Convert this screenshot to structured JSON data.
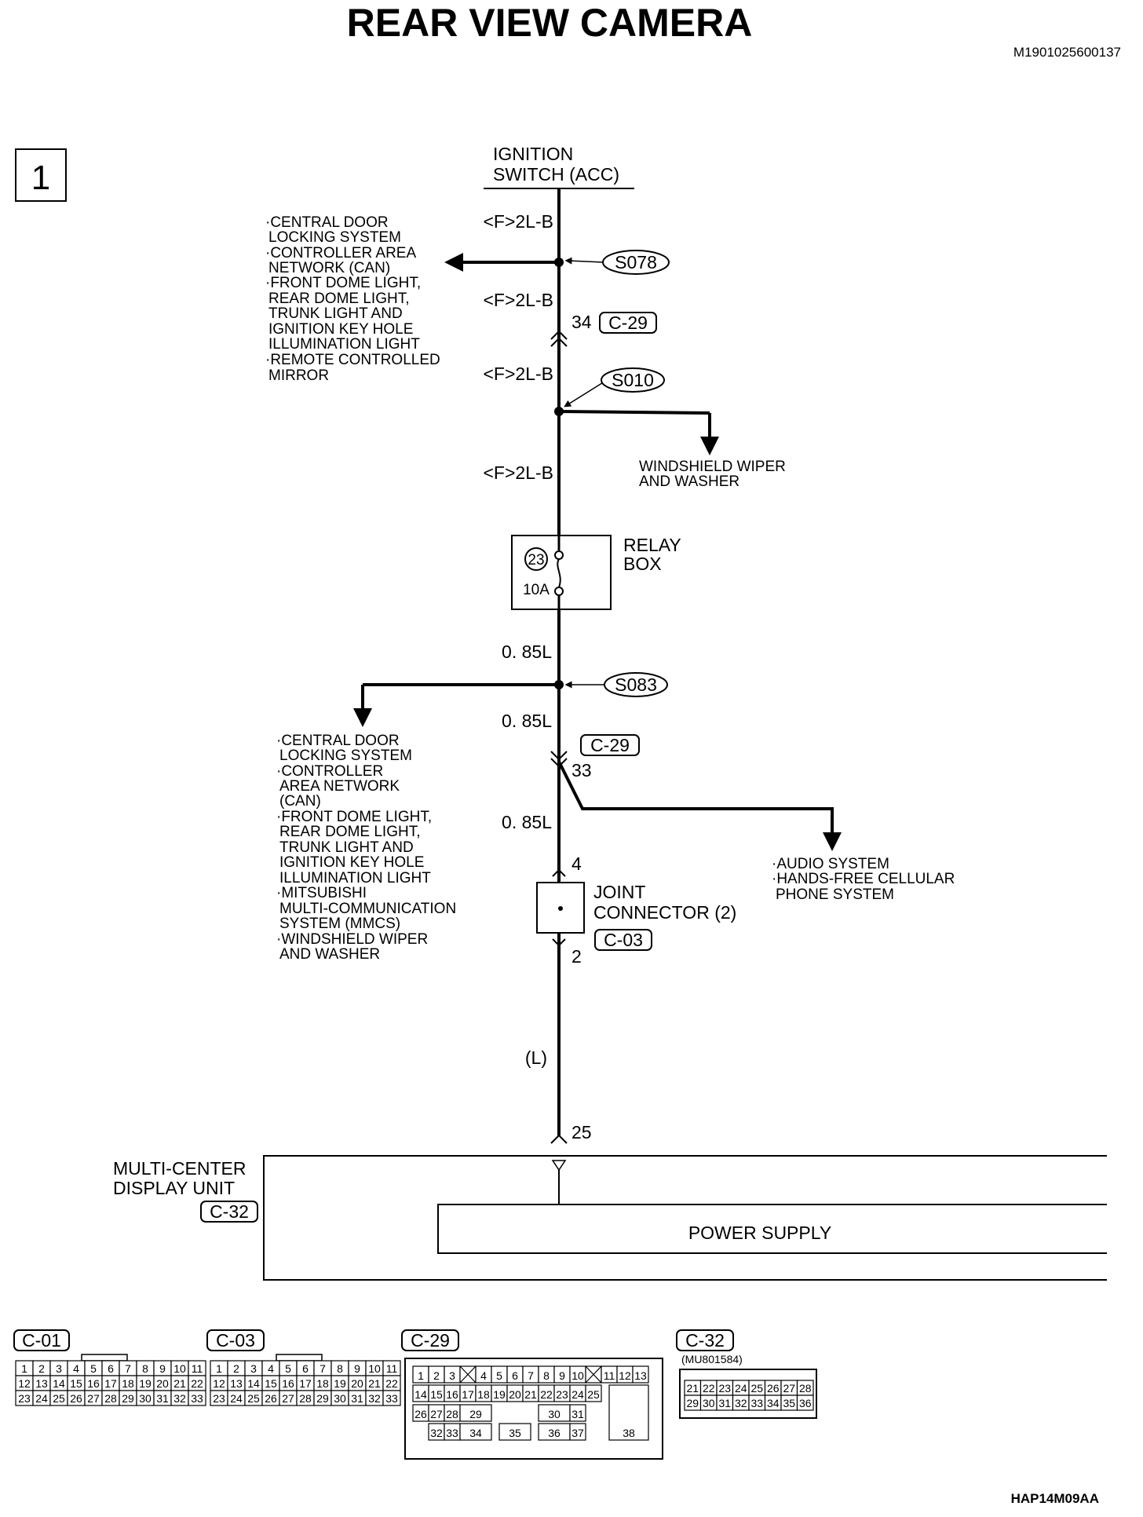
{
  "title": "REAR VIEW CAMERA",
  "doc_code": "M1901025600137",
  "figure_code": "HAP14M09AA",
  "page_box": "1",
  "ignition": {
    "line1": "IGNITION",
    "line2": "SWITCH (ACC)"
  },
  "wire_labels": {
    "w1": "<F>2L-B",
    "w2": "<F>2L-B",
    "w3": "<F>2L-B",
    "w4": "<F>2L-B",
    "w5": "0. 85L",
    "w6": "0. 85L",
    "w7": "0. 85L",
    "w8": "(L)"
  },
  "splices": {
    "s078": "S078",
    "s010": "S010",
    "s083": "S083"
  },
  "connectors": {
    "c29_top": "C-29",
    "c29_top_pin": "34",
    "c29_mid": "C-29",
    "c29_mid_pin": "33",
    "c03": "C-03",
    "c03_pin_in": "4",
    "c03_pin_out": "2",
    "c32_pin": "25",
    "c32": "C-32"
  },
  "branch_s078": [
    "·CENTRAL DOOR",
    "LOCKING SYSTEM",
    "·CONTROLLER AREA",
    "NETWORK (CAN)",
    "·FRONT DOME LIGHT,",
    "REAR DOME LIGHT,",
    "TRUNK LIGHT AND",
    "IGNITION KEY HOLE",
    "ILLUMINATION LIGHT",
    "·REMOTE CONTROLLED",
    "MIRROR"
  ],
  "branch_s010": [
    "WINDSHIELD WIPER",
    "AND WASHER"
  ],
  "relay_box": {
    "line1": "RELAY",
    "line2": "BOX",
    "fuse_no": "23",
    "fuse_amp": "10A"
  },
  "branch_s083": [
    "·CENTRAL DOOR",
    "LOCKING SYSTEM",
    "·CONTROLLER",
    "AREA NETWORK",
    "(CAN)",
    "·FRONT DOME LIGHT,",
    "REAR DOME LIGHT,",
    "TRUNK LIGHT AND",
    "IGNITION KEY HOLE",
    "ILLUMINATION LIGHT",
    "·MITSUBISHI",
    "MULTI-COMMUNICATION",
    "SYSTEM (MMCS)",
    "·WINDSHIELD WIPER",
    "AND WASHER"
  ],
  "branch_c29": [
    "·AUDIO SYSTEM",
    "·HANDS-FREE CELLULAR",
    "PHONE SYSTEM"
  ],
  "joint_connector": {
    "line1": "JOINT",
    "line2": "CONNECTOR (2)"
  },
  "display_unit": {
    "line1": "MULTI-CENTER",
    "line2": "DISPLAY UNIT",
    "block": "POWER SUPPLY"
  },
  "faces": {
    "c01": {
      "label": "C-01",
      "rows": [
        [
          "1",
          "2",
          "3",
          "4",
          "5",
          "6",
          "7",
          "8",
          "9",
          "10",
          "11"
        ],
        [
          "12",
          "13",
          "14",
          "15",
          "16",
          "17",
          "18",
          "19",
          "20",
          "21",
          "22"
        ],
        [
          "23",
          "24",
          "25",
          "26",
          "27",
          "28",
          "29",
          "30",
          "31",
          "32",
          "33"
        ]
      ]
    },
    "c03": {
      "label": "C-03",
      "rows": [
        [
          "1",
          "2",
          "3",
          "4",
          "5",
          "6",
          "7",
          "8",
          "9",
          "10",
          "11"
        ],
        [
          "12",
          "13",
          "14",
          "15",
          "16",
          "17",
          "18",
          "19",
          "20",
          "21",
          "22"
        ],
        [
          "23",
          "24",
          "25",
          "26",
          "27",
          "28",
          "29",
          "30",
          "31",
          "32",
          "33"
        ]
      ]
    },
    "c29": {
      "label": "C-29",
      "row1": [
        "1",
        "2",
        "3",
        "4",
        "5",
        "6",
        "7",
        "8",
        "9",
        "10",
        "11",
        "12",
        "13"
      ],
      "row2": [
        "14",
        "15",
        "16",
        "17",
        "18",
        "19",
        "20",
        "21",
        "22",
        "23",
        "24",
        "25"
      ],
      "row3": [
        "26",
        "27",
        "28",
        "29",
        "30",
        "31"
      ],
      "row4": [
        "32",
        "33",
        "34",
        "35",
        "36",
        "37"
      ],
      "big": "38"
    },
    "c32": {
      "label": "C-32",
      "part": "(MU801584)",
      "rows": [
        [
          "21",
          "22",
          "23",
          "24",
          "25",
          "26",
          "27",
          "28"
        ],
        [
          "29",
          "30",
          "31",
          "32",
          "33",
          "34",
          "35",
          "36"
        ]
      ]
    }
  }
}
